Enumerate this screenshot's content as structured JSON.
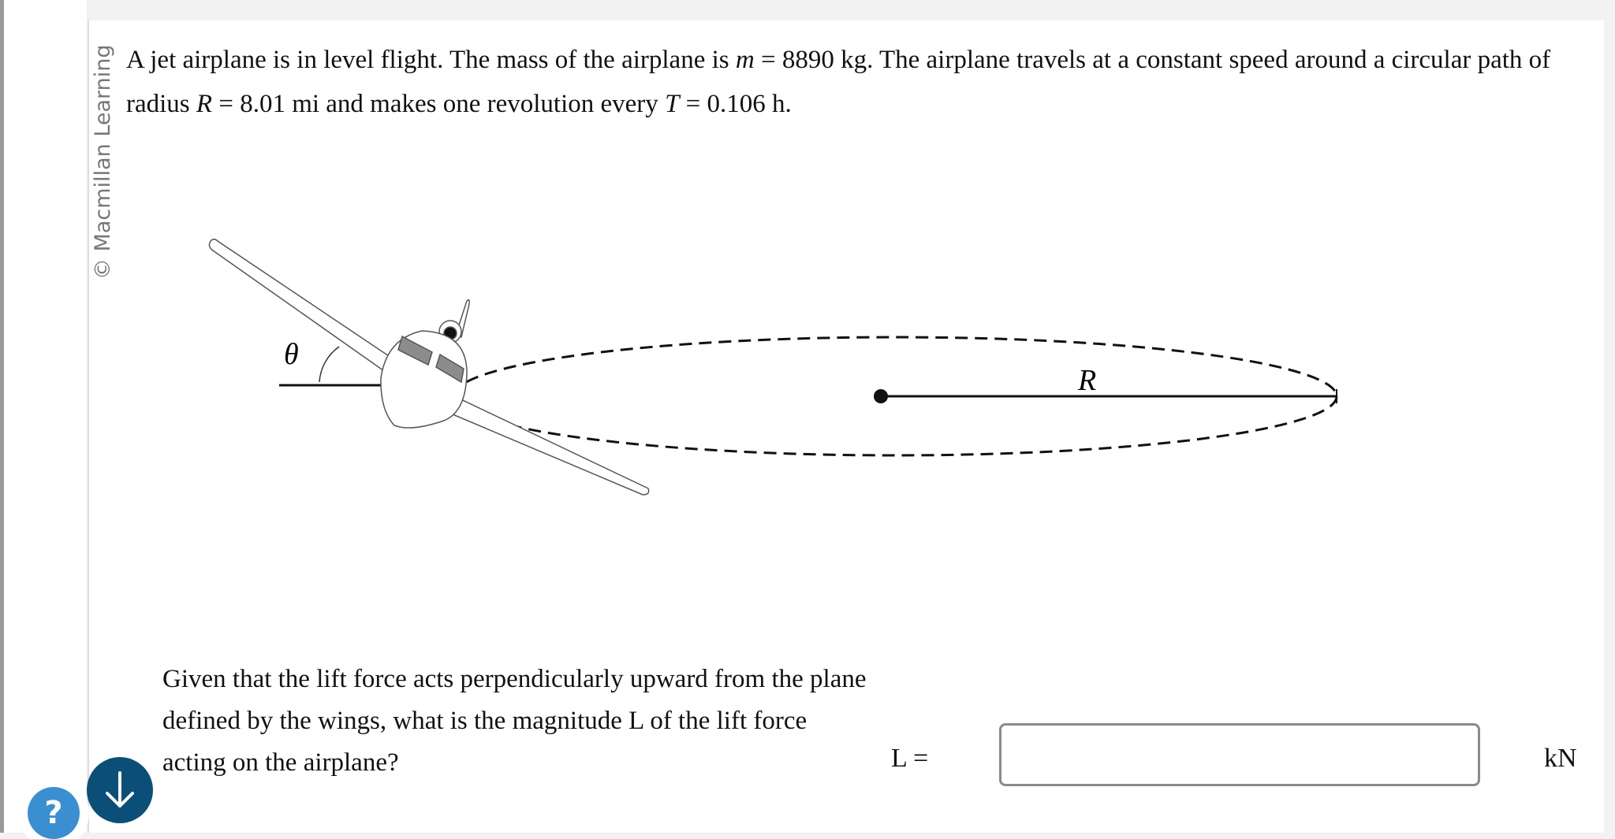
{
  "watermark": "© Macmillan Learning",
  "problem": {
    "p1": "A jet airplane is in level flight. The mass of the airplane is ",
    "m_var": "m",
    "p2": " = 8890 kg. The airplane travels at a constant speed around a circular path of radius ",
    "R_var": "R",
    "p3": " = 8.01 mi and makes one revolution every ",
    "T_var": "T",
    "p4": " = 0.106 h."
  },
  "diagram": {
    "theta_label": "θ",
    "radius_label": "R"
  },
  "question": {
    "text": "Given that the lift force acts perpendicularly upward from the plane defined by the wings, what is the magnitude L of the lift force acting on the airplane?",
    "answer_label": "L =",
    "answer_value": "",
    "unit": "kN"
  },
  "buttons": {
    "help": "?"
  },
  "colors": {
    "help_button": "#3a8fd0",
    "scroll_button": "#0b4f78"
  }
}
